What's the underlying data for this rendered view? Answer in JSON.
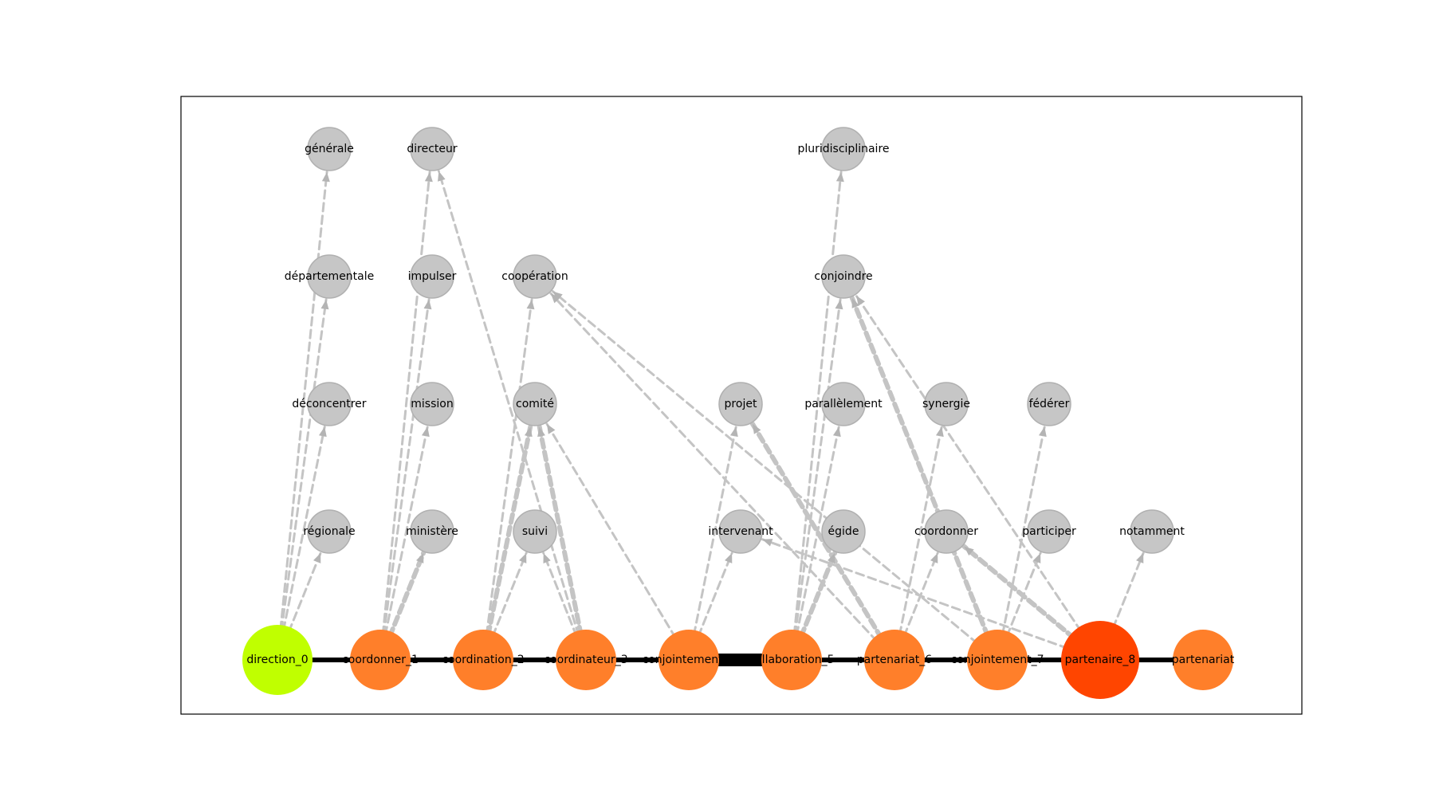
{
  "colors": {
    "start_node": "#c0ff00",
    "chain_node": "#ff7f2a",
    "hub_node": "#ff4500",
    "satellite_node": "#c6c6c6",
    "satellite_stroke": "#b0b0b0",
    "chain_edge": "#000000",
    "dashed_edge": "#c4c4c4"
  },
  "chain_nodes": [
    {
      "id": "direction_0",
      "label": "direction_0",
      "kind": "start"
    },
    {
      "id": "coordonner_1",
      "label": "coordonner_1",
      "kind": "chain"
    },
    {
      "id": "coordination_2",
      "label": "coordination_2",
      "kind": "chain"
    },
    {
      "id": "coordinateur_3",
      "label": "coordinateur_3",
      "kind": "chain"
    },
    {
      "id": "conjointement_4",
      "label": "conjointement_4",
      "kind": "chain"
    },
    {
      "id": "collaboration_5",
      "label": "collaboration_5",
      "kind": "chain"
    },
    {
      "id": "partenariat_6",
      "label": "partenariat_6",
      "kind": "chain"
    },
    {
      "id": "conjointement_7",
      "label": "conjointement_7",
      "kind": "chain"
    },
    {
      "id": "partenaire_8",
      "label": "partenaire_8",
      "kind": "hub"
    },
    {
      "id": "partenariat",
      "label": "partenariat",
      "kind": "chain"
    }
  ],
  "chain_edge_weights": [
    1,
    1,
    1,
    1,
    3,
    1,
    1,
    1,
    1
  ],
  "satellite_nodes": [
    {
      "id": "générale",
      "label": "générale",
      "col": 0,
      "row": 0
    },
    {
      "id": "départementale",
      "label": "départementale",
      "col": 0,
      "row": 1
    },
    {
      "id": "déconcentrer",
      "label": "déconcentrer",
      "col": 0,
      "row": 2
    },
    {
      "id": "régionale",
      "label": "régionale",
      "col": 0,
      "row": 3
    },
    {
      "id": "directeur",
      "label": "directeur",
      "col": 1,
      "row": 0
    },
    {
      "id": "impulser",
      "label": "impulser",
      "col": 1,
      "row": 1
    },
    {
      "id": "mission",
      "label": "mission",
      "col": 1,
      "row": 2
    },
    {
      "id": "ministère",
      "label": "ministère",
      "col": 1,
      "row": 3
    },
    {
      "id": "coopération",
      "label": "coopération",
      "col": 2,
      "row": 1
    },
    {
      "id": "comité",
      "label": "comité",
      "col": 2,
      "row": 2
    },
    {
      "id": "suivi",
      "label": "suivi",
      "col": 2,
      "row": 3
    },
    {
      "id": "projet",
      "label": "projet",
      "col": 4,
      "row": 2
    },
    {
      "id": "intervenant",
      "label": "intervenant",
      "col": 4,
      "row": 3
    },
    {
      "id": "pluridisciplinaire",
      "label": "pluridisciplinaire",
      "col": 5,
      "row": 0
    },
    {
      "id": "conjoindre",
      "label": "conjoindre",
      "col": 5,
      "row": 1
    },
    {
      "id": "parallèlement",
      "label": "parallèlement",
      "col": 5,
      "row": 2
    },
    {
      "id": "égide",
      "label": "égide",
      "col": 5,
      "row": 3
    },
    {
      "id": "synergie",
      "label": "synergie",
      "col": 6,
      "row": 2
    },
    {
      "id": "coordonner",
      "label": "coordonner",
      "col": 6,
      "row": 3
    },
    {
      "id": "fédérer",
      "label": "fédérer",
      "col": 7,
      "row": 2
    },
    {
      "id": "participer",
      "label": "participer",
      "col": 7,
      "row": 3
    },
    {
      "id": "notamment",
      "label": "notamment",
      "col": 8,
      "row": 3
    }
  ],
  "dashed_edges": [
    {
      "from": "direction_0",
      "to": "générale",
      "weight": 1
    },
    {
      "from": "direction_0",
      "to": "départementale",
      "weight": 1
    },
    {
      "from": "direction_0",
      "to": "déconcentrer",
      "weight": 1
    },
    {
      "from": "direction_0",
      "to": "régionale",
      "weight": 1
    },
    {
      "from": "coordonner_1",
      "to": "directeur",
      "weight": 1
    },
    {
      "from": "coordonner_1",
      "to": "impulser",
      "weight": 1
    },
    {
      "from": "coordonner_1",
      "to": "mission",
      "weight": 1
    },
    {
      "from": "coordonner_1",
      "to": "ministère",
      "weight": 2
    },
    {
      "from": "coordinateur_3",
      "to": "directeur",
      "weight": 1
    },
    {
      "from": "coordination_2",
      "to": "coopération",
      "weight": 1
    },
    {
      "from": "coordination_2",
      "to": "comité",
      "weight": 2
    },
    {
      "from": "coordination_2",
      "to": "suivi",
      "weight": 1
    },
    {
      "from": "coordinateur_3",
      "to": "comité",
      "weight": 2
    },
    {
      "from": "coordinateur_3",
      "to": "suivi",
      "weight": 1
    },
    {
      "from": "conjointement_4",
      "to": "comité",
      "weight": 1
    },
    {
      "from": "conjointement_4",
      "to": "projet",
      "weight": 1
    },
    {
      "from": "conjointement_4",
      "to": "intervenant",
      "weight": 1
    },
    {
      "from": "partenariat_6",
      "to": "coopération",
      "weight": 1
    },
    {
      "from": "conjointement_7",
      "to": "coopération",
      "weight": 1
    },
    {
      "from": "partenariat_6",
      "to": "projet",
      "weight": 2
    },
    {
      "from": "collaboration_5",
      "to": "pluridisciplinaire",
      "weight": 1
    },
    {
      "from": "collaboration_5",
      "to": "conjoindre",
      "weight": 1
    },
    {
      "from": "collaboration_5",
      "to": "parallèlement",
      "weight": 1
    },
    {
      "from": "collaboration_5",
      "to": "égide",
      "weight": 2
    },
    {
      "from": "conjointement_7",
      "to": "conjoindre",
      "weight": 2
    },
    {
      "from": "partenaire_8",
      "to": "conjoindre",
      "weight": 1
    },
    {
      "from": "partenaire_8",
      "to": "intervenant",
      "weight": 1
    },
    {
      "from": "partenariat_6",
      "to": "synergie",
      "weight": 1
    },
    {
      "from": "partenariat_6",
      "to": "coordonner",
      "weight": 1
    },
    {
      "from": "partenaire_8",
      "to": "coordonner",
      "weight": 2
    },
    {
      "from": "conjointement_7",
      "to": "fédérer",
      "weight": 1
    },
    {
      "from": "conjointement_7",
      "to": "participer",
      "weight": 1
    },
    {
      "from": "partenaire_8",
      "to": "notamment",
      "weight": 1
    }
  ]
}
